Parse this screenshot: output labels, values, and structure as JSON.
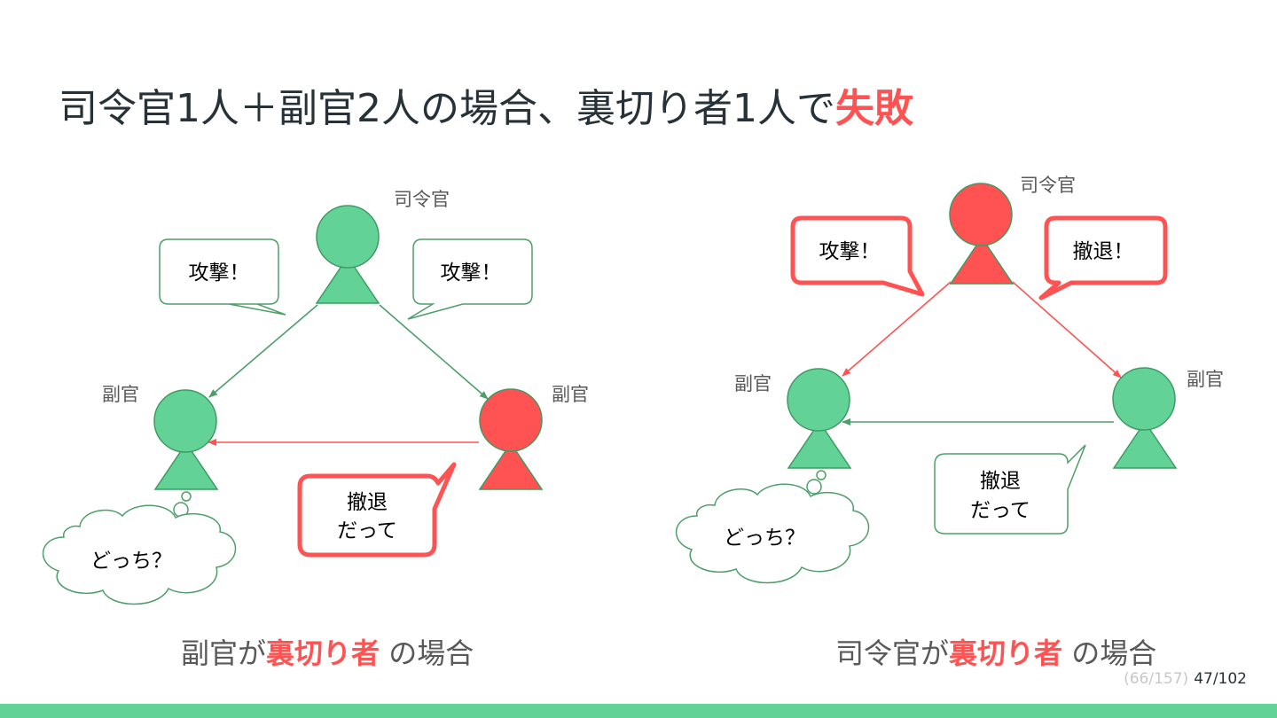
{
  "slide": {
    "title_main": "司令官1人＋副官2人の場合、裏切り者1人で",
    "title_highlight": "失敗",
    "pager_total": "(66/157)",
    "pager_current": "47/102"
  },
  "left": {
    "label_commander": "司令官",
    "label_lt_left": "副官",
    "label_lt_right": "副官",
    "bubble_attack_left": "攻撃！",
    "bubble_attack_right": "攻撃！",
    "bubble_retreat_line1": "撤退",
    "bubble_retreat_line2": "だって",
    "thought": "どっち？",
    "caption_pre": "副官が",
    "caption_hl": "裏切り者",
    "caption_post": " の場合"
  },
  "right": {
    "label_commander": "司令官",
    "label_lt_left": "副官",
    "label_lt_right": "副官",
    "bubble_attack": "攻撃！",
    "bubble_retreat": "撤退！",
    "bubble_relay_line1": "撤退",
    "bubble_relay_line2": "だって",
    "thought": "どっち？",
    "caption_pre": "司令官が",
    "caption_hl": "裏切り者",
    "caption_post": " の場合"
  },
  "colors": {
    "loyal": "#63d297",
    "traitor": "#ff5252",
    "outline": "#3f9b62",
    "text": "#263238"
  }
}
